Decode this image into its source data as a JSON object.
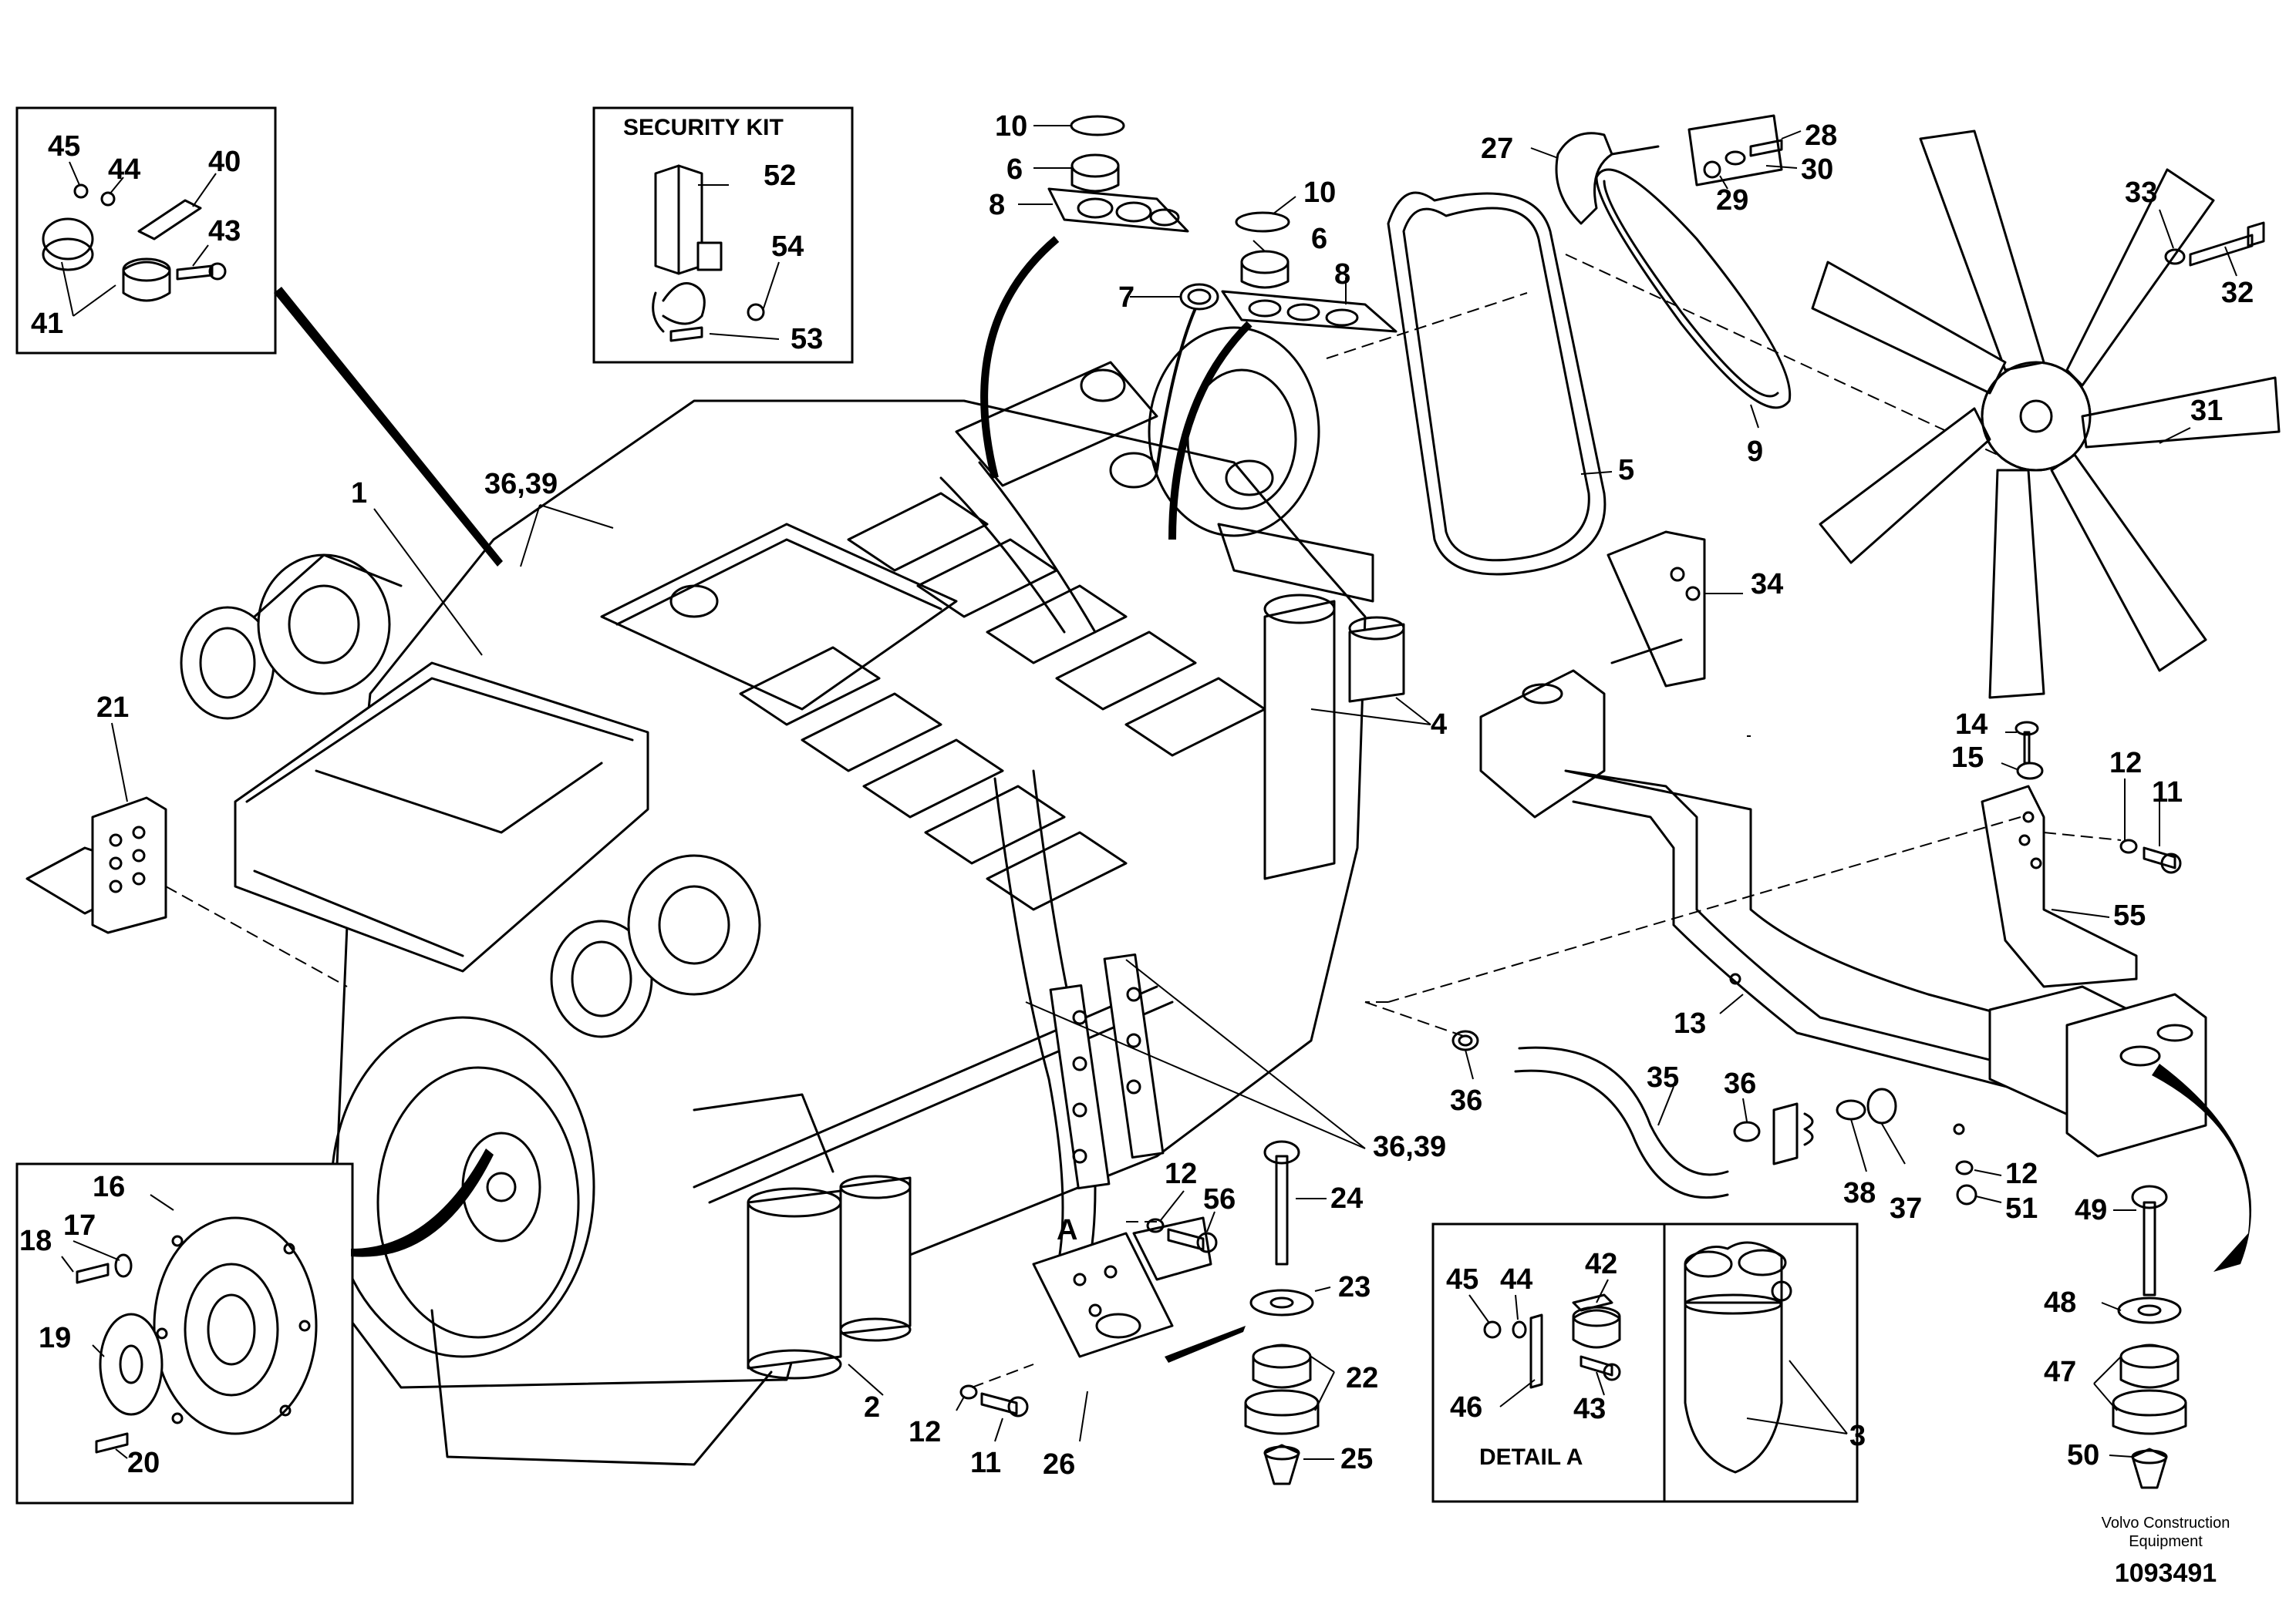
{
  "boxes": {
    "security_kit_title": "SECURITY KIT",
    "detail_a_title": "DETAIL A"
  },
  "markers": {
    "detail_a_marker": "A"
  },
  "footer": {
    "company_line1": "Volvo Construction",
    "company_line2": "Equipment",
    "document_number": "1093491"
  },
  "callouts": {
    "c1": "1",
    "c2": "2",
    "c3": "3",
    "c4": "4",
    "c5": "5",
    "c6a": "6",
    "c6b": "6",
    "c7": "7",
    "c8a": "8",
    "c8b": "8",
    "c9": "9",
    "c10a": "10",
    "c10b": "10",
    "c11a": "11",
    "c11b": "11",
    "c12a": "12",
    "c12b": "12",
    "c12c": "12",
    "c12d": "12",
    "c13": "13",
    "c14": "14",
    "c15": "15",
    "c16": "16",
    "c17": "17",
    "c18": "18",
    "c19": "19",
    "c20": "20",
    "c21": "21",
    "c22": "22",
    "c23": "23",
    "c24": "24",
    "c25": "25",
    "c26": "26",
    "c27": "27",
    "c28": "28",
    "c29": "29",
    "c30": "30",
    "c31": "31",
    "c32": "32",
    "c33": "33",
    "c34": "34",
    "c35": "35",
    "c36a": "36",
    "c36b": "36",
    "c3639a": "36,39",
    "c3639b": "36,39",
    "c37": "37",
    "c38": "38",
    "c40": "40",
    "c41": "41",
    "c42": "42",
    "c43a": "43",
    "c43b": "43",
    "c44a": "44",
    "c44b": "44",
    "c45a": "45",
    "c45b": "45",
    "c46": "46",
    "c47": "47",
    "c48": "48",
    "c49": "49",
    "c50": "50",
    "c51": "51",
    "c52": "52",
    "c53": "53",
    "c54": "54",
    "c55": "55",
    "c56": "56"
  }
}
